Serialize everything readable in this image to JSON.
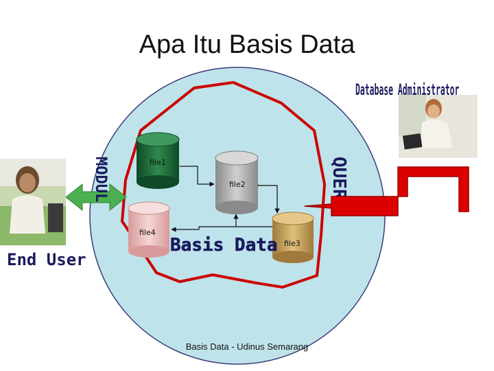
{
  "slide": {
    "title": "Apa Itu Basis Data",
    "footer": "Basis Data - Udinus Semarang"
  },
  "diagram": {
    "center_label": "Basis Data",
    "files": [
      {
        "label": "file1",
        "color": "#1f6b3a"
      },
      {
        "label": "file2",
        "color": "#a8a8a8"
      },
      {
        "label": "file3",
        "color": "#c9a25a"
      },
      {
        "label": "file4",
        "color": "#e9b8b8"
      }
    ],
    "modul_label": "MODUL",
    "query_label": "QUERY",
    "end_user_label": "End User",
    "dba_label": "Database Administrator"
  },
  "colors": {
    "circle_fill": "#bfe3ea",
    "circle_stroke": "#3a3a7a",
    "boundary": "#cc0000",
    "arrow_green": "#4caf50",
    "arrow_red": "#dd0000",
    "label_fill": "#1a1a5e"
  }
}
